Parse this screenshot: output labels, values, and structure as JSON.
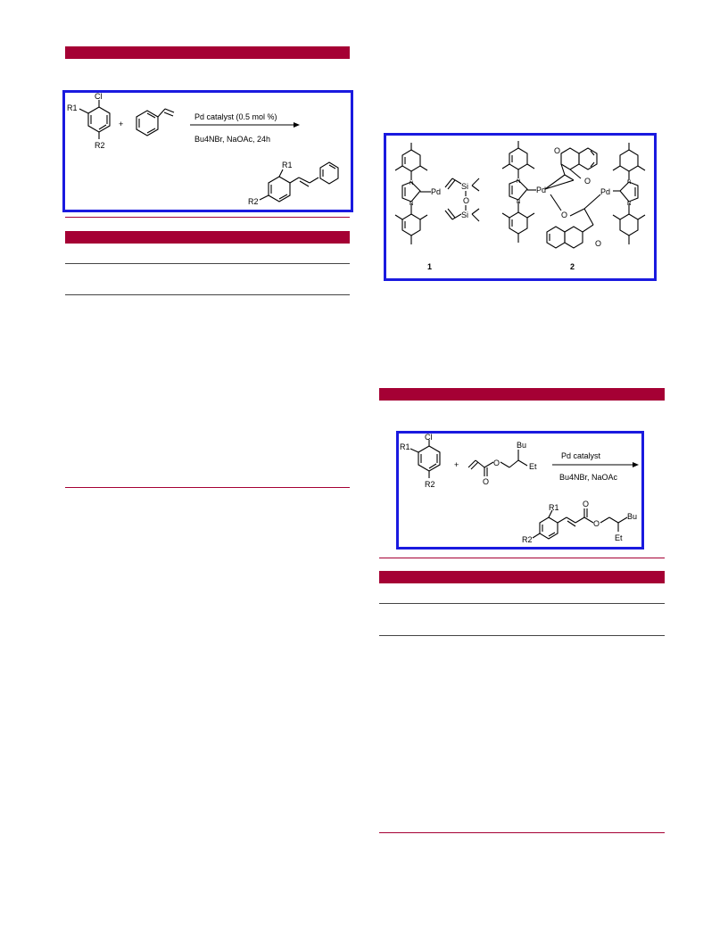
{
  "scheme1": {
    "catalyst": "Pd catalyst (0.5 mol %)",
    "conditions": "Bu4NBr, NaOAc, 24h",
    "plus": "+",
    "cl": "Cl",
    "r1": "R1",
    "r2": "R2"
  },
  "structures": {
    "compound1_label": "1",
    "compound2_label": "2",
    "pd": "Pd",
    "n": "N",
    "si": "Si",
    "o": "O"
  },
  "scheme2": {
    "catalyst": "Pd catalyst",
    "conditions": "Bu4NBr, NaOAc",
    "plus": "+",
    "cl": "Cl",
    "r1": "R1",
    "r2": "R2",
    "bu": "Bu",
    "et": "Et",
    "o": "O"
  },
  "colors": {
    "accent": "#a50034",
    "frame": "#1a1adf"
  }
}
